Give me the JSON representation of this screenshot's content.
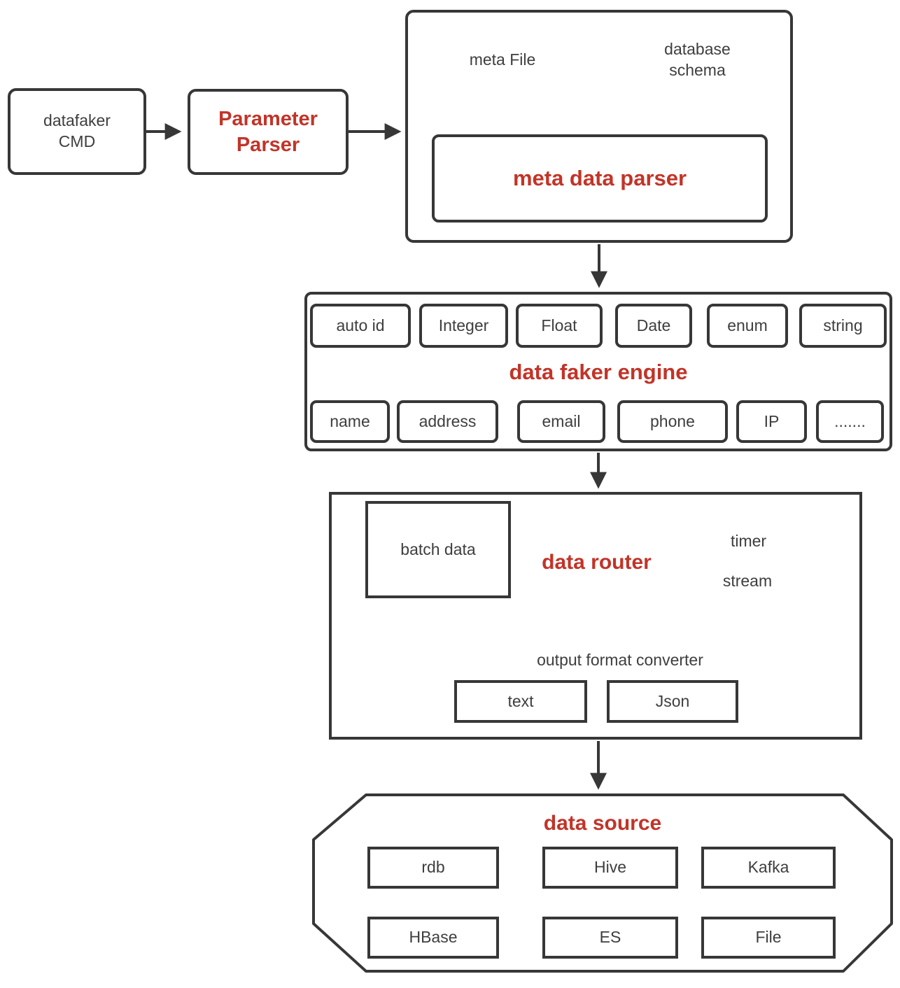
{
  "colors": {
    "accent_red": "#c23428",
    "line_dark": "#373737",
    "text_dark": "#3e3e3e",
    "background": "#ffffff"
  },
  "nodes": {
    "datafaker_cmd": "datafaker\nCMD",
    "parameter_parser": "Parameter\nParser",
    "meta_container": {
      "meta_file": "meta File",
      "database_schema": "database\nschema",
      "meta_data_parser": "meta data parser"
    },
    "engine": {
      "title": "data faker engine",
      "row1": [
        "auto id",
        "Integer",
        "Float",
        "Date",
        "enum",
        "string"
      ],
      "row2": [
        "name",
        "address",
        "email",
        "phone",
        "IP",
        "......."
      ]
    },
    "router": {
      "title": "data router",
      "batch_data": "batch data",
      "timer": "timer",
      "stream": "stream",
      "converter_title": "output format converter",
      "converter_items": [
        "text",
        "Json"
      ]
    },
    "source": {
      "title": "data source",
      "row1": [
        "rdb",
        "Hive",
        "Kafka"
      ],
      "row2": [
        "HBase",
        "ES",
        "File"
      ]
    }
  }
}
